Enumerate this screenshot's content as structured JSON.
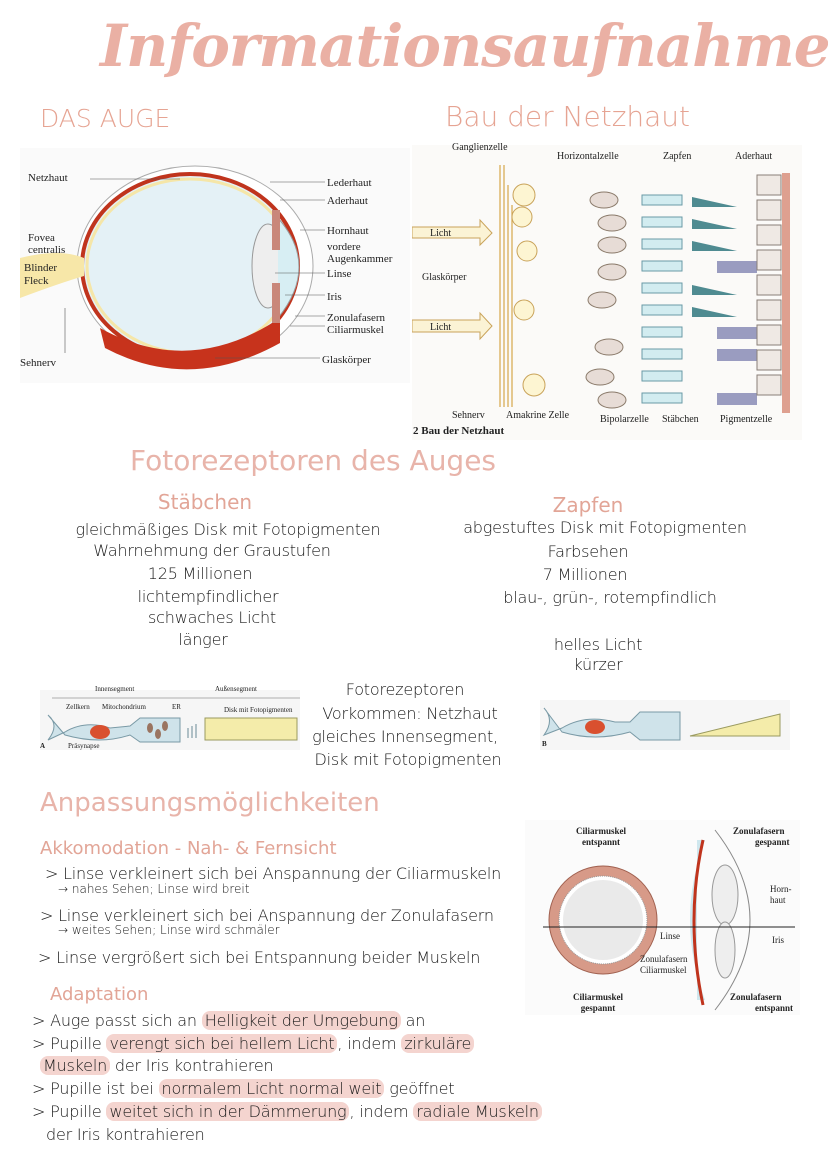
{
  "title": "Informationsaufnahme",
  "eye": {
    "heading": "DAS AUGE",
    "labels": {
      "netzhaut": "Netzhaut",
      "fovea1": "Fovea",
      "fovea2": "centralis",
      "blind1": "Blinder",
      "blind2": "Fleck",
      "sehnerv": "Sehnerv",
      "lederhaut": "Lederhaut",
      "aderhaut": "Aderhaut",
      "hornhaut": "Hornhaut",
      "vordere1": "vordere",
      "vordere2": "Augenkammer",
      "linse": "Linse",
      "iris": "Iris",
      "zonula": "Zonulafasern",
      "ciliar": "Ciliarmuskel",
      "glas": "Glaskörper"
    }
  },
  "retina": {
    "heading": "Bau der Netzhaut",
    "caption": "2  Bau der Netzhaut",
    "labels": {
      "ganglien": "Ganglienzelle",
      "horizontal": "Horizontalzelle",
      "zapfen": "Zapfen",
      "aderhaut": "Aderhaut",
      "licht1": "Licht",
      "licht2": "Licht",
      "glas": "Glaskörper",
      "sehnerv": "Sehnerv",
      "amakrine": "Amakrine Zelle",
      "bipolar": "Bipolarzelle",
      "staebchen": "Stäbchen",
      "pigment": "Pigmentzelle"
    }
  },
  "photoreceptors": {
    "heading": "Fotorezeptoren des Auges",
    "rods": {
      "title": "Stäbchen",
      "lines": [
        "gleichmäßiges Disk mit Fotopigmenten",
        "Wahrnehmung der Graustufen",
        "125 Millionen",
        "lichtempfindlicher",
        "schwaches Licht",
        "länger"
      ]
    },
    "cones": {
      "title": "Zapfen",
      "lines": [
        "abgestuftes Disk mit Fotopigmenten",
        "Farbsehen",
        "7 Millionen",
        "blau-, grün-, rotempfindlich",
        "helles Licht",
        "kürzer"
      ]
    },
    "common": [
      "Fotorezeptoren",
      "Vorkommen: Netzhaut",
      "gleiches Innensegment,",
      "Disk mit Fotopigmenten"
    ],
    "diagramA": {
      "innen": "Innensegment",
      "aussen": "Außensegment",
      "zellkern": "Zellkern",
      "mito": "Mitochondrium",
      "er": "ER",
      "disk": "Disk mit Fotopigmenten",
      "letter": "A",
      "prae": "Präsynapse"
    },
    "diagramB": {
      "letter": "B"
    }
  },
  "adjust": {
    "heading": "Anpassungsmöglichkeiten",
    "accommodation": {
      "title": "Akkomodation - Nah- & Fernsicht",
      "items": [
        {
          "text": "Linse verkleinert sich bei Anspannung der Ciliarmuskeln",
          "note": "→ nahes Sehen; Linse wird breit"
        },
        {
          "text": "Linse verkleinert sich bei Anspannung der Zonulafasern",
          "note": "→ weites Sehen; Linse wird schmäler"
        },
        {
          "text": "Linse vergrößert sich bei Entspannung beider Muskeln"
        }
      ]
    },
    "adaptation": {
      "title": "Adaptation",
      "items": [
        [
          "Auge passt sich an ",
          "Helligkeit der Umgebung",
          " an"
        ],
        [
          "Pupille ",
          "verengt sich bei hellem Licht",
          ", indem ",
          "zirkuläre"
        ],
        [
          "",
          "Muskeln",
          " der Iris kontrahieren"
        ],
        [
          "Pupille ist bei ",
          "normalem Licht normal weit",
          " geöffnet"
        ],
        [
          "Pupille ",
          "weitet sich in der Dämmerung",
          ", indem ",
          "radiale Muskeln"
        ],
        [
          "der Iris kontrahieren"
        ]
      ]
    },
    "diagram": {
      "tl1": "Ciliarmuskel",
      "tl2": "entspannt",
      "tr1": "Zonulafasern",
      "tr2": "gespannt",
      "bl1": "Ciliarmuskel",
      "bl2": "gespannt",
      "br1": "Zonulafasern",
      "br2": "entspannt",
      "horn1": "Horn-",
      "horn2": "haut",
      "linse": "Linse",
      "iris": "Iris",
      "zonula": "Zonulafasern",
      "ciliar": "Ciliarmuskel"
    }
  }
}
